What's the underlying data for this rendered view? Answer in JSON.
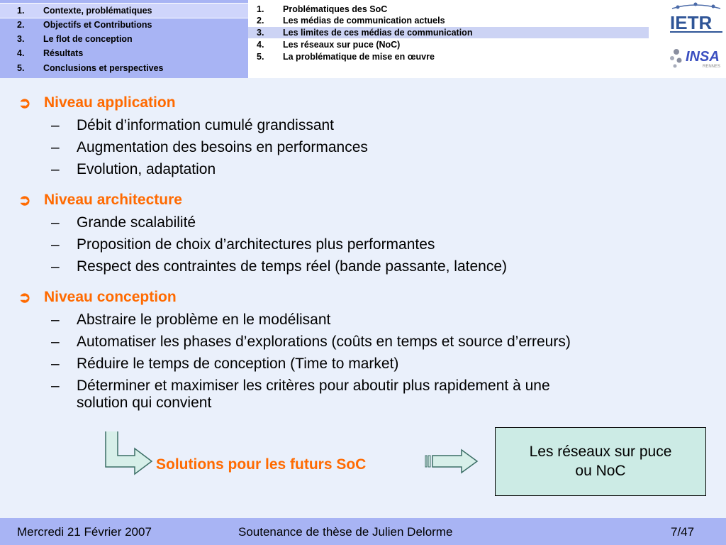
{
  "nav": {
    "items": [
      {
        "num": "1.",
        "label": "Contexte, problématiques"
      },
      {
        "num": "2.",
        "label": "Objectifs et Contributions"
      },
      {
        "num": "3.",
        "label": "Le flot de conception"
      },
      {
        "num": "4.",
        "label": "Résultats"
      },
      {
        "num": "5.",
        "label": "Conclusions et perspectives"
      }
    ]
  },
  "subnav": {
    "items": [
      {
        "num": "1.",
        "label": "Problématiques des SoC"
      },
      {
        "num": "2.",
        "label": "Les médias de communication actuels"
      },
      {
        "num": "3.",
        "label": "Les limites de ces médias de communication"
      },
      {
        "num": "4.",
        "label": "Les réseaux sur puce (NoC)"
      },
      {
        "num": "5.",
        "label": "La problématique de mise en œuvre"
      }
    ]
  },
  "logos": {
    "ietr": "IETR",
    "insa": "INSA",
    "insa_sub": "RENNES"
  },
  "content": {
    "sections": [
      {
        "title": "Niveau application",
        "items": [
          "Débit d’information cumulé grandissant",
          "Augmentation des besoins en performances",
          "Evolution, adaptation"
        ]
      },
      {
        "title": "Niveau architecture",
        "items": [
          "Grande scalabilité",
          "Proposition de choix d’architectures plus performantes",
          "Respect des contraintes de temps réel (bande passante, latence)"
        ]
      },
      {
        "title": "Niveau conception",
        "items": [
          "Abstraire le problème en le modélisant",
          "Automatiser les phases d’explorations (coûts en temps et source d’erreurs)",
          "Réduire le temps de conception (Time to market)",
          "Déterminer et maximiser les critères pour aboutir plus rapidement à une",
          "solution qui convient"
        ]
      }
    ],
    "bullet_glyph": "➲",
    "dash_glyph": "–"
  },
  "solutions": {
    "label": "Solutions pour les futurs SoC",
    "box_line1": "Les réseaux sur puce",
    "box_line2": "ou NoC"
  },
  "footer": {
    "date": "Mercredi 21 Février 2007",
    "title": "Soutenance de thèse de Julien Delorme",
    "page": "7/47"
  },
  "colors": {
    "accent": "#ff6a00",
    "nav_bg": "#a8b4f4",
    "box_bg": "#ccebe5",
    "page_bg": "#eaf0fb"
  }
}
